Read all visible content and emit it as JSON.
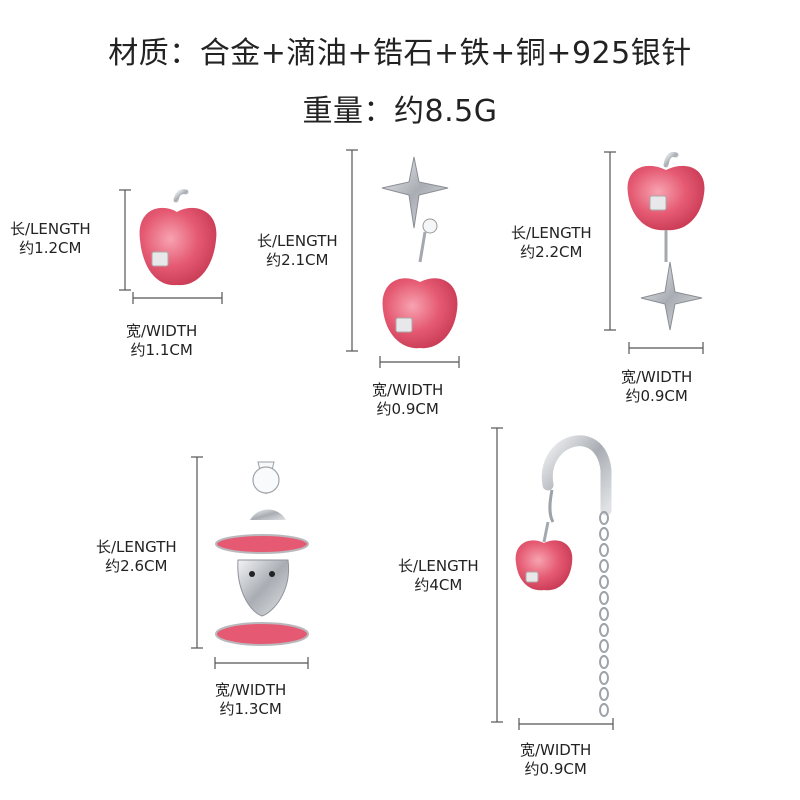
{
  "header": {
    "material": "材质：合金+滴油+锆石+铁+铜+925银针",
    "weight": "重量：约8.5G"
  },
  "items": [
    {
      "length_label": "长/LENGTH",
      "length_value": "约1.2CM",
      "width_label": "宽/WIDTH",
      "width_value": "约1.1CM"
    },
    {
      "length_label": "长/LENGTH",
      "length_value": "约2.1CM",
      "width_label": "宽/WIDTH",
      "width_value": "约0.9CM"
    },
    {
      "length_label": "长/LENGTH",
      "length_value": "约2.2CM",
      "width_label": "宽/WIDTH",
      "width_value": "约0.9CM"
    },
    {
      "length_label": "长/LENGTH",
      "length_value": "约2.6CM",
      "width_label": "宽/WIDTH",
      "width_value": "约1.3CM"
    },
    {
      "length_label": "长/LENGTH",
      "length_value": "约4CM",
      "width_label": "宽/WIDTH",
      "width_value": "约0.9CM"
    }
  ],
  "colors": {
    "apple": "#e2566e",
    "apple_light": "#f59aa8",
    "silver": "#c8cbd0",
    "dim_line": "#555555"
  }
}
